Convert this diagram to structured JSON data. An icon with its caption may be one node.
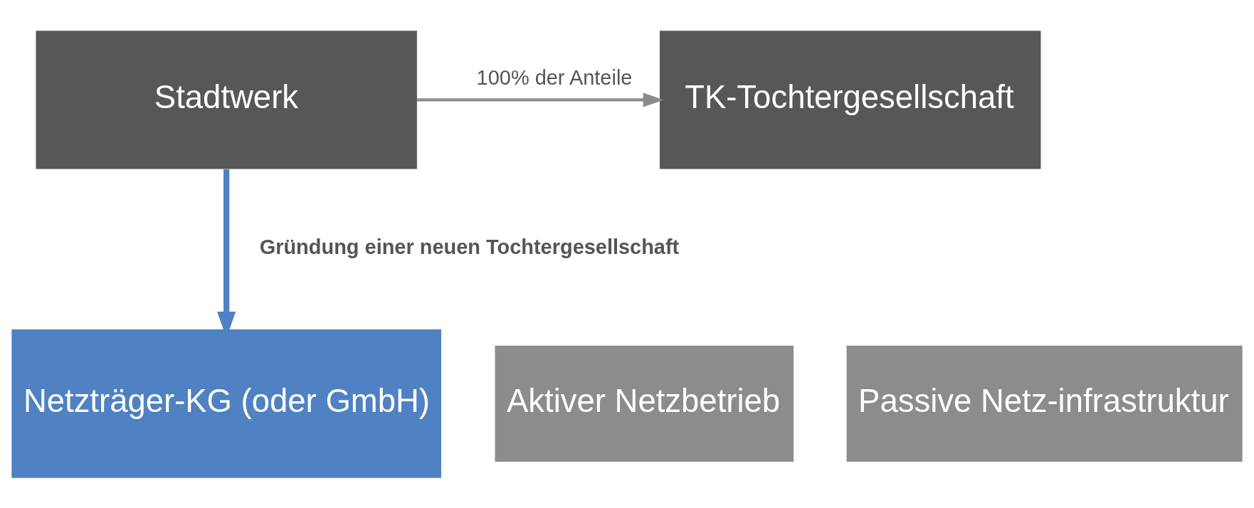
{
  "diagram": {
    "nodes": [
      {
        "text": [
          "Stadtwerk"
        ]
      },
      {
        "text": [
          "TK-Tochtergesellschaft"
        ]
      },
      {
        "text": [
          "Aktiver Netzbetrieb"
        ]
      },
      {
        "text": [
          "Passive Netz-infrastruktur"
        ]
      },
      {
        "text": [
          "Netzträger-KG (oder GmbH)"
        ]
      }
    ],
    "edges": [
      {
        "from": 0,
        "to": 1,
        "arrow": "to",
        "label": "100% der Anteile"
      },
      {
        "from": 0,
        "to": 4,
        "arrow": "to",
        "label": "Gründung einer neuen Tochtergesellschaft",
        "style": "thick",
        "color": "#4f81c3"
      }
    ]
  }
}
